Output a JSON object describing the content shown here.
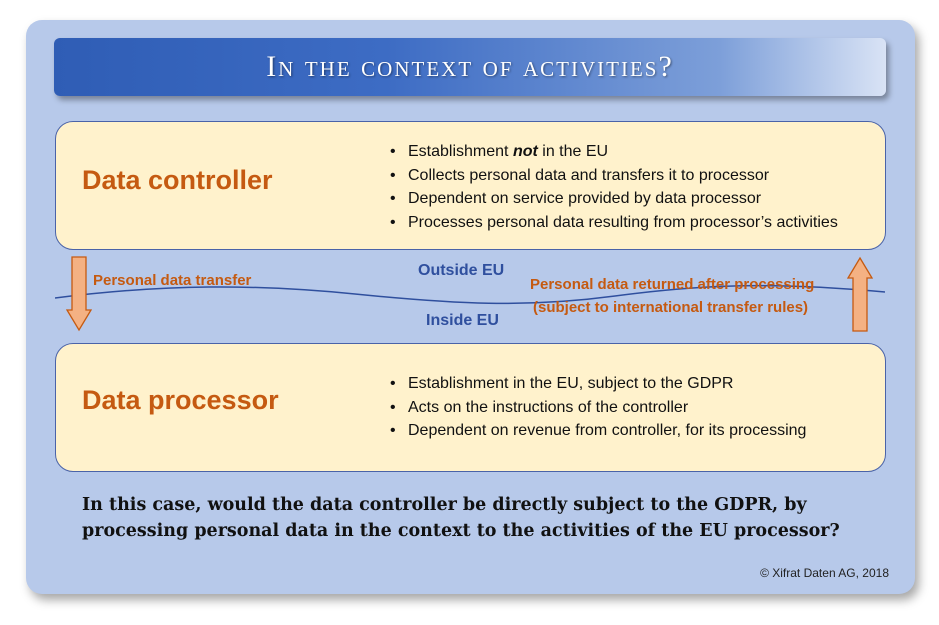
{
  "title": "In the context of activities?",
  "controller": {
    "title": "Data controller",
    "bullets": {
      "b1_pre": "Establishment ",
      "b1_emph": "not",
      "b1_post": " in the EU",
      "b2": "Collects personal data and transfers it to processor",
      "b3": "Dependent on service provided by data processor",
      "b4": "Processes personal data resulting from processor’s activities"
    }
  },
  "processor": {
    "title": "Data processor",
    "bullets": [
      "Establishment in the EU, subject to the GDPR",
      "Acts on the instructions of the controller",
      "Dependent on revenue from controller, for its processing"
    ]
  },
  "flow": {
    "transfer_label": "Personal data transfer",
    "return_label_1": "Personal data returned after processing",
    "return_label_2": "(subject to international transfer rules)",
    "outside_label": "Outside EU",
    "inside_label": "Inside EU"
  },
  "question": "In this case, would the data controller be directly subject to the GDPR, by processing personal data in the context to the activities of the EU processor?",
  "copyright": "© Xifrat Daten AG, 2018",
  "colors": {
    "card": "#b7c9ea",
    "box_fill": "#fff2cc",
    "box_border": "#4a63a8",
    "accent_orange": "#c55a11",
    "arrow_fill": "#f4b183",
    "label_blue": "#2f4f9e"
  }
}
